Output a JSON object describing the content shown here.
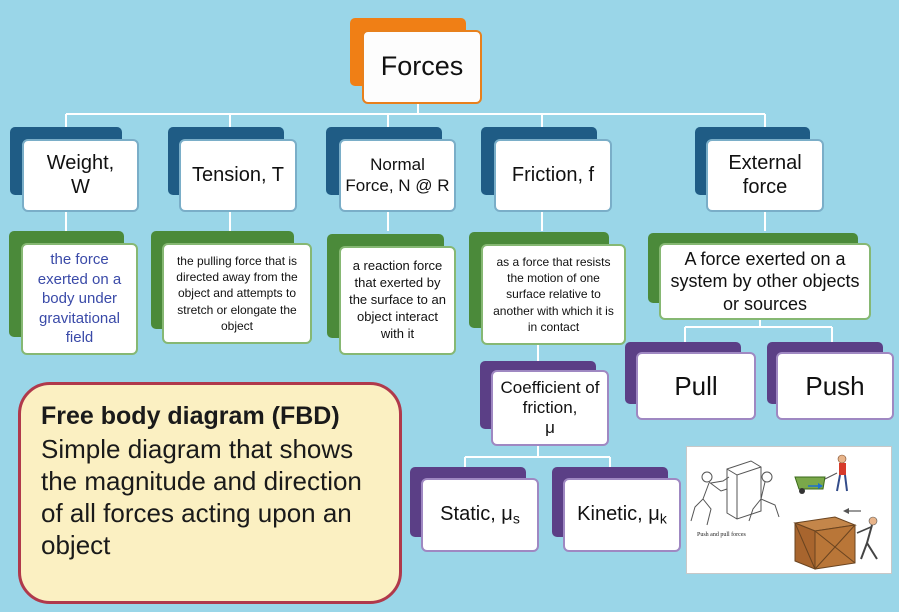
{
  "root": {
    "label": "Forces"
  },
  "categories": [
    {
      "title": "Weight,\nW",
      "description": "the force exerted on a body under gravitational field"
    },
    {
      "title": "Tension, T",
      "description": "the pulling force that is directed away from the object and attempts to stretch or elongate the object"
    },
    {
      "title": "Normal Force, N @ R",
      "description": "a reaction force that exerted by the surface to an object interact with it"
    },
    {
      "title": "Friction, f",
      "description": "as a force that resists the motion of one surface relative to another with which it is in contact"
    },
    {
      "title": "External force",
      "description": "A force exerted on a system by other objects or sources"
    }
  ],
  "friction": {
    "coefficient": {
      "text": "Coefficient of friction,",
      "symbol": "μ"
    },
    "static": {
      "text": "Static, μ",
      "sub": "s"
    },
    "kinetic": {
      "text": "Kinetic, μ",
      "sub": "k"
    }
  },
  "external": {
    "pull": "Pull",
    "push": "Push"
  },
  "fbd": {
    "title": "Free body diagram (FBD)",
    "text": "Simple diagram that shows the magnitude and direction of all forces acting upon an object"
  },
  "image": {
    "caption": "Push and pull forces"
  },
  "colors": {
    "background": "#9ad6e8",
    "root_accent": "#f07f15",
    "category_accent": "#1f5c85",
    "description_accent": "#4b8a3a",
    "subcategory_accent": "#5b3f86",
    "fbd_border": "#b0394b",
    "fbd_fill": "#fbf0c2"
  }
}
